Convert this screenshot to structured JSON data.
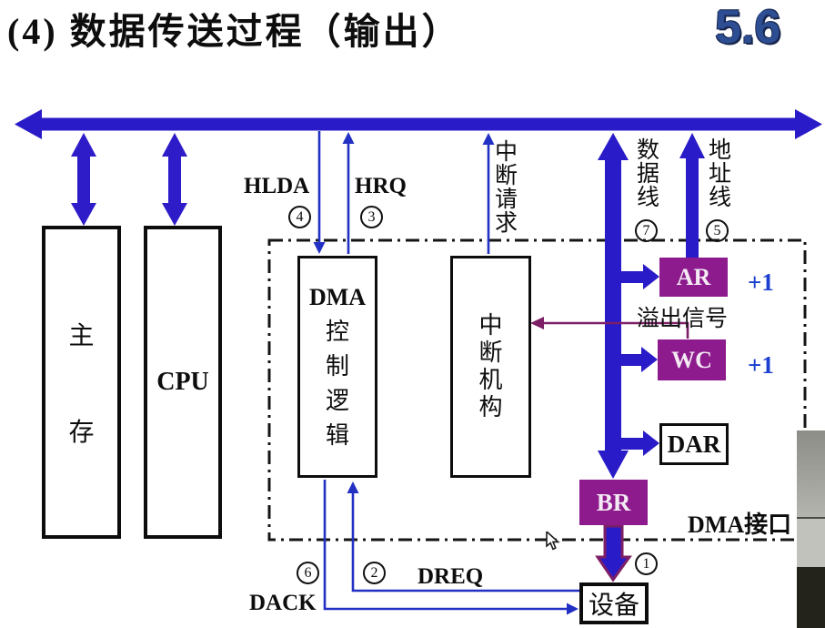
{
  "title": "(4) 数据传送过程（输出）",
  "page_number": "5.6",
  "blocks": {
    "main_memory": [
      "主",
      "存"
    ],
    "cpu": "CPU",
    "dma_logic": [
      "DMA",
      "控",
      "制",
      "逻",
      "辑"
    ],
    "interrupt_mechanism": [
      "中",
      "断",
      "机",
      "构"
    ],
    "ar": "AR",
    "wc": "WC",
    "dar": "DAR",
    "br": "BR",
    "device": "设备",
    "dma_interface_label": "DMA接口"
  },
  "signals": {
    "hlda": "HLDA",
    "hrq": "HRQ",
    "dreq": "DREQ",
    "dack": "DACK",
    "interrupt_request": [
      "中",
      "断",
      "请",
      "求"
    ],
    "data_line": [
      "数",
      "据",
      "线"
    ],
    "address_line": [
      "地",
      "址",
      "线"
    ],
    "overflow_signal": "溢出信号",
    "ar_increment": "+1",
    "wc_increment": "+1"
  },
  "step_numbers": {
    "device": "1",
    "dreq": "2",
    "hrq": "3",
    "hlda": "4",
    "address_line": "5",
    "dack": "6",
    "data_line": "7"
  },
  "colors": {
    "bus_blue": "#2a1bc8",
    "signal_line_blue": "#2230c4",
    "register_purple": "#8e1b8e",
    "overflow_magenta": "#7c1f66",
    "increment_blue": "#1b3fd0",
    "page_number_blue": "#2d4e92"
  }
}
